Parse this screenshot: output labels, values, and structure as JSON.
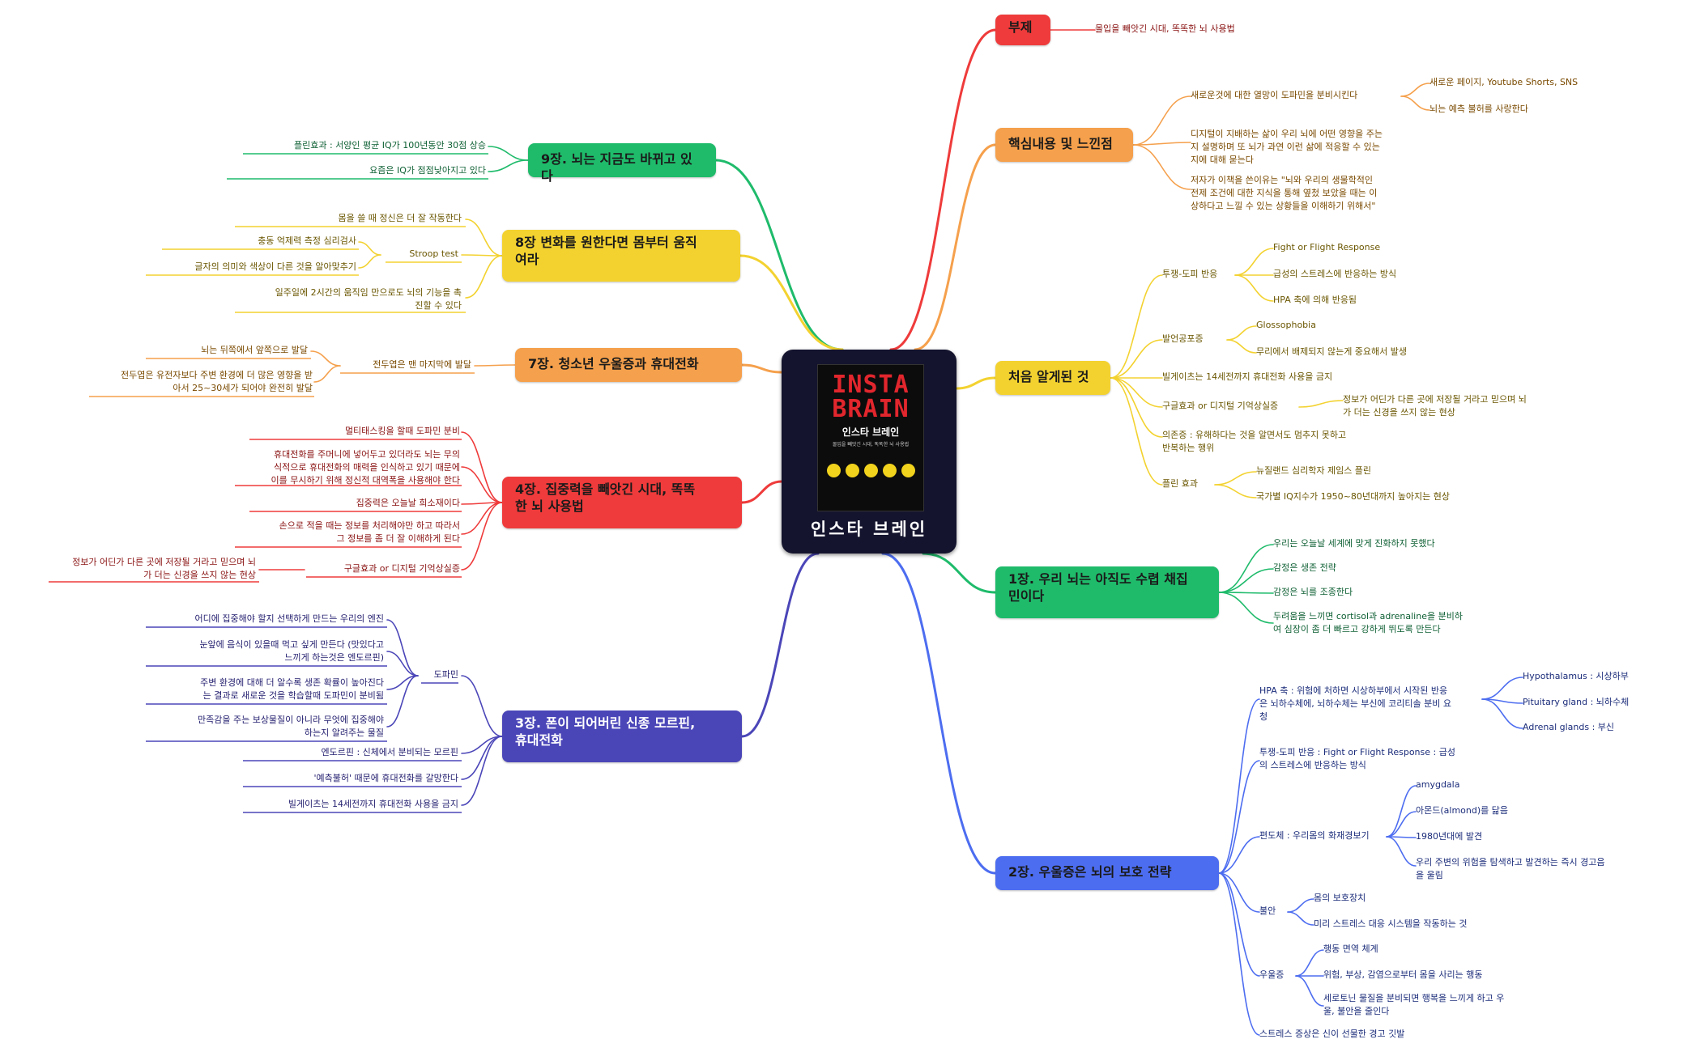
{
  "center": {
    "title": "인스타 브레인",
    "cover_title": "INSTA\nBRAIN",
    "cover_korean": "인스타 브레인",
    "cover_subtitle": "몰입을 빼앗긴 시대, 똑똑한 뇌 사용법"
  },
  "colors": {
    "red": "#ef3b3b",
    "orange": "#f5a04c",
    "yellow": "#f3d230",
    "green": "#1fbb6b",
    "blue": "#4d6df0",
    "indigo": "#4b46b8"
  },
  "branches": {
    "b1": {
      "title": "부제",
      "items": [
        "몰입을 빼앗긴 시대, 똑똑한 뇌 사용법"
      ]
    },
    "b2": {
      "title": "핵심내용 및 느낀점",
      "item1": "새로운것에 대한 열망이 도파민을 분비시킨다",
      "item1_children": [
        "새로운 페이지, Youtube Shorts, SNS",
        "뇌는 예측 불허를 사랑한다"
      ],
      "item2": "디지털이 지배하는 삶이 우리 뇌에 어떤 영향을 주는\n지 설명하며 또 뇌가 과연 이런 삶에 적응할 수 있는\n지에 대해 묻는다",
      "item3": "저자가 이책을 쓴이유는 \"뇌와 우리의 생물학적인\n전제 조건에 대한 지식을 통해 옆첬 보았을 때는 이\n상하다고 느낄 수 있는 상황들을 이해하기 위해서\""
    },
    "b3": {
      "title": "처음 알게된 것",
      "fight": "투쟁-도피 반응",
      "fight_children": [
        "Fight or Flight Response",
        "급성의 스트레스에 반응하는 방식",
        "HPA 축에 의해 반응됨"
      ],
      "speech": "발언공포증",
      "speech_children": [
        "Glossophobia",
        "무리에서 배제되지 않는게 중요해서 발생"
      ],
      "bill": "빌게이츠는 14세전까지 휴대전화 사용을 금지",
      "google": "구글효과 or 디지털 기억상실증",
      "google_child": "정보가 어딘가 다른 곳에 저장될 거라고 믿으며 뇌\n가 더는 신경을 쓰지 않는 현상",
      "addiction": "의존증 : 유해하다는 것을 알면서도 멈추지 못하고\n반복하는 행위",
      "flynn": "플린 효과",
      "flynn_children": [
        "뉴질랜드 심리학자 제임스 플린",
        "국가별 IQ지수가 1950~80년대까지 높아지는 현상"
      ]
    },
    "b4": {
      "title": "1장. 우리 뇌는 아직도 수렵 채집\n민이다",
      "items": [
        "우리는 오늘날 세계에 맞게 진화하지 못했다",
        "감정은 생존 전략",
        "감정은 뇌를 조종한다",
        "두려움을 느끼면 cortisol과 adrenaline을 분비하\n여 심장이 좀 더 빠르고 강하게 뛰도록 만든다"
      ]
    },
    "b5": {
      "title": "2장. 우울증은 뇌의 보호 전략",
      "hpa": "HPA 축 : 위험에 처하면 시상하부에서 시작된 반응\n은 뇌하수체에, 뇌하수체는 부신에 코리티솔 분비 요\n청",
      "hpa_children": [
        "Hypothalamus : 시상하부",
        "Pituitary gland : 뇌하수체",
        "Adrenal glands : 부신"
      ],
      "fight": "투쟁-도피 반응 : Fight or Flight Response : 급성\n의 스트레스에 반응하는 방식",
      "amyg": "편도체 : 우리몸의 화재경보기",
      "amyg_children": [
        "amygdala",
        "아몬드(almond)를 닮음",
        "1980년대에 발견",
        "우리 주변의 위험을 탐색하고 발견하는 즉시 경고음\n을 울림"
      ],
      "anxiety": "불안",
      "anxiety_children": [
        "몸의 보호장치",
        "미리 스트레스 대응 시스템을 작동하는 것"
      ],
      "depress": "우울증",
      "depress_children": [
        "행동 면역 체계",
        "위험, 부상, 감염으로부터 몸을 사리는 행동",
        "세로토닌 물질을 분비되면 행복을 느끼게 하고 우\n울, 불안을 줄인다"
      ],
      "stress": "스트레스 증상은 신이 선물한 경고 깃발"
    },
    "b6": {
      "title": "9장. 뇌는 지금도 바뀌고 있다",
      "items": [
        "플린효과 : 서양인 평균 IQ가 100년동안 30점 상승",
        "요즘은 IQ가 점점낮아지고 있다"
      ]
    },
    "b7": {
      "title": "8장 변화를 원한다면 몸부터 움직\n여라",
      "items": [
        "몸을 쓸 때 정신은 더 잘 작동한다",
        "일주일에 2시간의 움직임 만으로도 뇌의 기능을 촉\n진할 수 있다"
      ],
      "stroop": "Stroop test",
      "stroop_children": [
        "충동 억제력 측정 심리검사",
        "글자의 의미와 색상이 다른 것을 알아맞추기"
      ]
    },
    "b8": {
      "title": "7장. 청소년 우울증과 휴대전화",
      "front": "전두엽은 맨 마지막에 발달",
      "front_children": [
        "뇌는 뒤쪽에서 앞쪽으로 발달",
        "전두엽은 유전자보다 주변 환경에 더 많은 영향을 받\n아서 25~30세가 되어야 완전히 발달"
      ]
    },
    "b9": {
      "title": "4장. 집중력을 빼앗긴 시대, 똑똑\n한 뇌 사용법",
      "items": [
        "멀티태스킹을 할때 도파민 분비",
        "휴대전화를 주머니에 넣어두고 있더라도 뇌는 무의\n식적으로 휴대전화의 매력을 인식하고 있기 때문에\n이를 무시하기 위해 정신적 대역폭을 사용해야 한다",
        "집중력은 오늘날 희소재이다",
        "손으로 적을 때는 정보를 처리해야만 하고 따라서\n그 정보를 좀 더 잘 이해하게 된다"
      ],
      "google": "구글효과 or 디지털 기억상실증",
      "google_child": "정보가 어딘가 다른 곳에 저장될 거라고 믿으며 뇌\n가 더는 신경을 쓰지 않는 현상"
    },
    "b10": {
      "title": "3장. 폰이 되어버린 신종 모르핀,\n휴대전화",
      "dopa": "도파민",
      "dopa_children": [
        "어디에 집중해야 할지 선택하게 만드는 우리의 엔진",
        "눈앞에 음식이 있을때 먹고 싶게 만든다 (맛있다고\n느끼게 하는것은 엔도르핀)",
        "주변 환경에 대해 더 알수록 생존 확률이 높아진다\n는 결과로 새로운 것을 학습할때 도파민이 분비됨",
        "만족감을 주는 보상물질이 아니라 무엇에 집중해야\n하는지 알려주는 물질"
      ],
      "items": [
        "엔도르핀 : 신체에서 분비되는 모르핀",
        "'예측불허' 때문에 휴대전화를 갈망한다",
        "빌게이츠는 14세전까지 휴대전화 사용을 금지"
      ]
    }
  }
}
